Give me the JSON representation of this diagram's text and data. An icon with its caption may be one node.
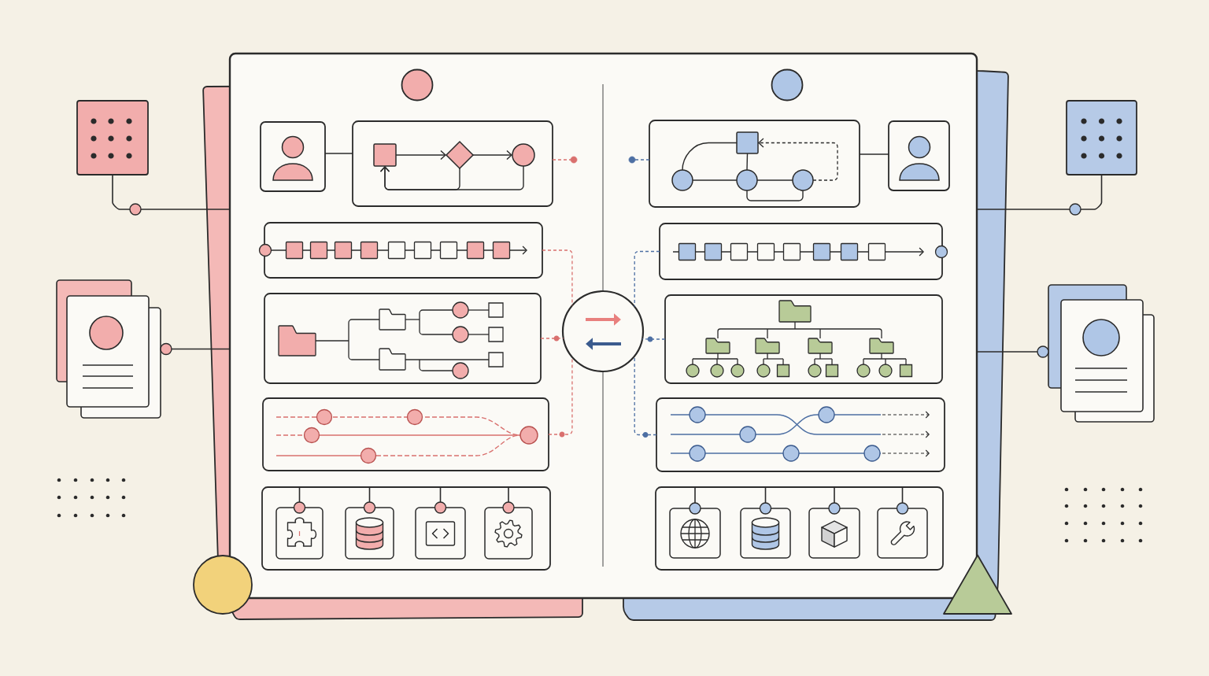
{
  "diagram": {
    "nodes": [
      {
        "text": [],
        "shape": "box"
      },
      {
        "text": [],
        "shape": "box"
      },
      {
        "text": [],
        "shape": "document"
      },
      {
        "text": [],
        "shape": "person",
        "in": 0
      },
      {
        "text": [],
        "shape": "box",
        "in": 0
      },
      {
        "text": [],
        "shape": "box",
        "in": 4
      },
      {
        "text": [],
        "shape": "diamond",
        "in": 4
      },
      {
        "text": [],
        "shape": "circle",
        "in": 4
      },
      {
        "text": [],
        "shape": "box",
        "in": 0
      },
      {
        "text": [],
        "shape": "box",
        "in": 0
      },
      {
        "text": [],
        "shape": "box",
        "in": 0
      },
      {
        "text": [],
        "shape": "box",
        "in": 0
      },
      {
        "text": [],
        "shape": "box",
        "in": 11
      },
      {
        "text": [],
        "shape": "box",
        "in": 11
      },
      {
        "text": [],
        "shape": "box",
        "in": 11
      },
      {
        "text": [],
        "shape": "box",
        "in": 11
      },
      {
        "text": [],
        "shape": "circle",
        "in": 0
      },
      {
        "text": [],
        "shape": "box",
        "in": 0
      },
      {
        "text": [],
        "shape": "box",
        "in": 17
      },
      {
        "text": [],
        "shape": "circle",
        "in": 17
      },
      {
        "text": [],
        "shape": "circle",
        "in": 17
      },
      {
        "text": [],
        "shape": "circle",
        "in": 17
      },
      {
        "text": [],
        "shape": "person",
        "in": 0
      },
      {
        "text": [],
        "shape": "box",
        "in": 0
      },
      {
        "text": [],
        "shape": "box",
        "in": 0
      },
      {
        "text": [],
        "shape": "box",
        "in": 0
      },
      {
        "text": [],
        "shape": "box",
        "in": 0
      },
      {
        "text": [],
        "shape": "box",
        "in": 26
      },
      {
        "text": [],
        "shape": "box",
        "in": 26
      },
      {
        "text": [],
        "shape": "box",
        "in": 26
      },
      {
        "text": [],
        "shape": "box",
        "in": 26
      },
      {
        "text": [],
        "shape": "box"
      },
      {
        "text": [],
        "shape": "document"
      },
      {
        "text": [],
        "shape": "circle"
      },
      {
        "text": [],
        "shape": "triangle"
      },
      {
        "text": [],
        "shape": "circle",
        "in": 0
      },
      {
        "text": [],
        "shape": "circle",
        "in": 0
      }
    ],
    "edges": [
      {
        "from": 1,
        "to": 0,
        "arrow": "none"
      },
      {
        "from": 0,
        "to": 2,
        "arrow": "other"
      },
      {
        "from": 3,
        "to": 4,
        "arrow": "none"
      },
      {
        "from": 5,
        "to": 6,
        "arrow": "to"
      },
      {
        "from": 6,
        "to": 7,
        "arrow": "to"
      },
      {
        "from": 7,
        "to": 5,
        "arrow": "to"
      },
      {
        "from": 6,
        "to": 5,
        "arrow": "to"
      },
      {
        "from": 4,
        "to": 35,
        "arrow": "none",
        "style": "dashed",
        "color": "#d9706e"
      },
      {
        "from": 8,
        "to": 16,
        "arrow": "none",
        "style": "dashed",
        "color": "#d9706e"
      },
      {
        "from": 9,
        "to": 16,
        "arrow": "none",
        "style": "dashed",
        "color": "#d9706e"
      },
      {
        "from": 10,
        "to": 16,
        "arrow": "none",
        "style": "dashed",
        "color": "#d9706e"
      },
      {
        "from": 11,
        "to": 12,
        "arrow": "other"
      },
      {
        "from": 11,
        "to": 13,
        "arrow": "other"
      },
      {
        "from": 11,
        "to": 14,
        "arrow": "other"
      },
      {
        "from": 11,
        "to": 15,
        "arrow": "other"
      },
      {
        "from": 17,
        "to": 36,
        "arrow": "none",
        "style": "dashed",
        "color": "#4d6fa3"
      },
      {
        "from": 19,
        "to": 20,
        "arrow": "none"
      },
      {
        "from": 20,
        "to": 21,
        "arrow": "none"
      },
      {
        "from": 18,
        "to": 20,
        "arrow": "none"
      },
      {
        "from": 19,
        "to": 18,
        "arrow": "none"
      },
      {
        "from": 21,
        "to": 18,
        "arrow": "to",
        "style": "dashed"
      },
      {
        "from": 20,
        "to": 21,
        "arrow": "none"
      },
      {
        "from": 17,
        "to": 22,
        "arrow": "none"
      },
      {
        "from": 23,
        "to": 16,
        "arrow": "none",
        "style": "dashed",
        "color": "#4d6fa3"
      },
      {
        "from": 24,
        "to": 16,
        "arrow": "none",
        "style": "dashed",
        "color": "#4d6fa3"
      },
      {
        "from": 25,
        "to": 16,
        "arrow": "none",
        "style": "dashed",
        "color": "#4d6fa3"
      },
      {
        "from": 26,
        "to": 27,
        "arrow": "other"
      },
      {
        "from": 26,
        "to": 28,
        "arrow": "other"
      },
      {
        "from": 26,
        "to": 29,
        "arrow": "other"
      },
      {
        "from": 26,
        "to": 30,
        "arrow": "other"
      },
      {
        "from": 31,
        "to": 0,
        "arrow": "none"
      },
      {
        "from": 0,
        "to": 32,
        "arrow": "other"
      }
    ]
  }
}
